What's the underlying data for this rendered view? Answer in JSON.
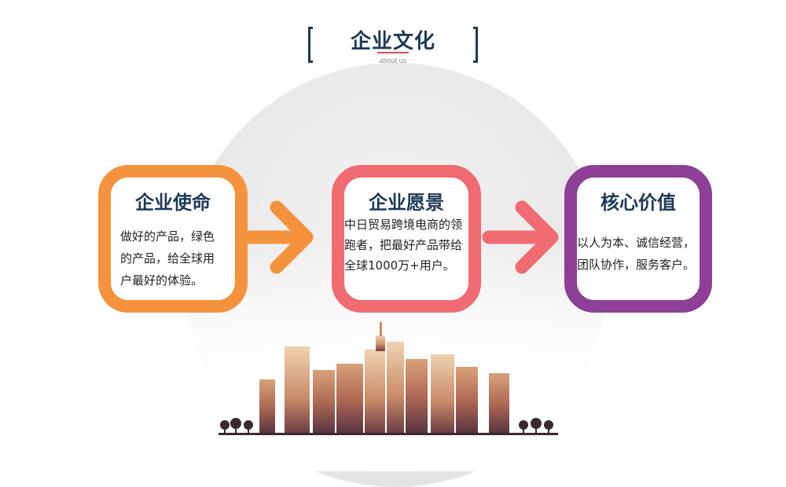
{
  "header": {
    "title": "企业文化",
    "subtitle": "about us"
  },
  "cards": [
    {
      "title": "企业使命",
      "text": "做好的产品，绿色的产品，给全球用户最好的体验。",
      "color": "#f5923e"
    },
    {
      "title": "企业愿景",
      "text": "中日贸易跨境电商的领跑者，把最好产品带给全球1000万+用户。",
      "color": "#f06b72"
    },
    {
      "title": "核心价值",
      "text": "以人为本、诚信经营，团队协作，服务客户。",
      "color": "#8e3f96"
    }
  ],
  "arrows": [
    {
      "color": "#f5923e"
    },
    {
      "color": "#f06b72"
    }
  ],
  "colors": {
    "title": "#1d3a57",
    "accent_line": "#d94b5a"
  }
}
